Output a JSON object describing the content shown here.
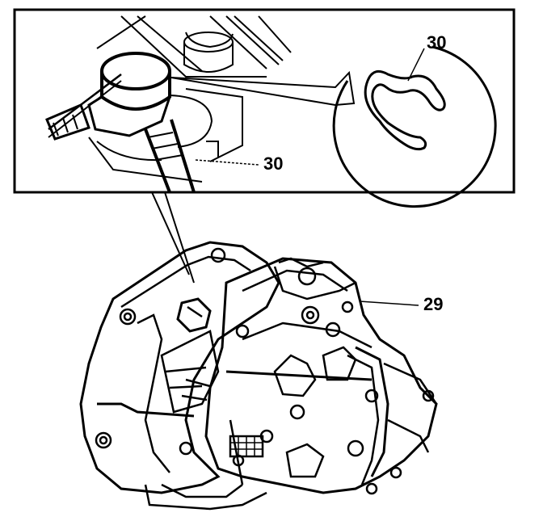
{
  "callouts": {
    "detail_clip": "30",
    "inset_part": "30",
    "main_part": "29"
  },
  "colors": {
    "ink": "#000000",
    "paper": "#ffffff"
  }
}
